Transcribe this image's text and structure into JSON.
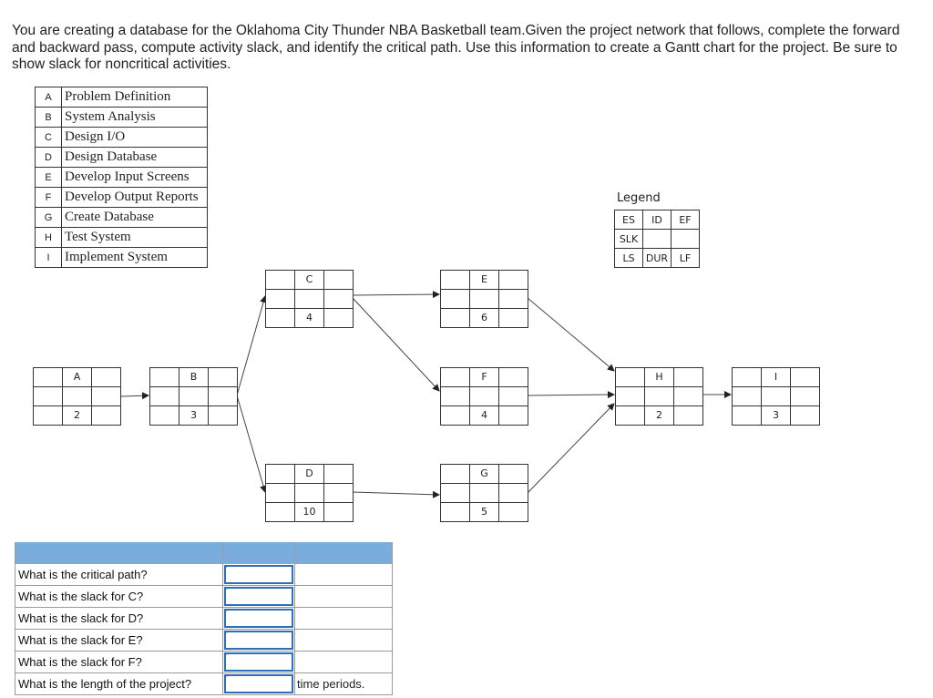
{
  "prompt": "You are creating a database for the Oklahoma City Thunder NBA Basketball team.Given the project network that follows, complete the forward and backward pass, compute activity slack, and identify the critical path. Use this information to create a Gantt chart for the project. Be sure to show slack for noncritical activities.",
  "activities": [
    {
      "letter": "A",
      "name": "Problem Definition"
    },
    {
      "letter": "B",
      "name": "System Analysis"
    },
    {
      "letter": "C",
      "name": "Design I/O"
    },
    {
      "letter": "D",
      "name": "Design Database"
    },
    {
      "letter": "E",
      "name": "Develop Input Screens"
    },
    {
      "letter": "F",
      "name": "Develop Output Reports"
    },
    {
      "letter": "G",
      "name": "Create Database"
    },
    {
      "letter": "H",
      "name": "Test System"
    },
    {
      "letter": "I",
      "name": "Implement System"
    }
  ],
  "legend": {
    "title": "Legend",
    "es": "ES",
    "id": "ID",
    "ef": "EF",
    "slk": "SLK",
    "ls": "LS",
    "dur": "DUR",
    "lf": "LF"
  },
  "nodes": {
    "A": {
      "label": "A",
      "duration": "2"
    },
    "B": {
      "label": "B",
      "duration": "3"
    },
    "C": {
      "label": "C",
      "duration": "4"
    },
    "D": {
      "label": "D",
      "duration": "10"
    },
    "E": {
      "label": "E",
      "duration": "6"
    },
    "F": {
      "label": "F",
      "duration": "4"
    },
    "G": {
      "label": "G",
      "duration": "5"
    },
    "H": {
      "label": "H",
      "duration": "2"
    },
    "I": {
      "label": "I",
      "duration": "3"
    }
  },
  "questions": [
    {
      "text": "What is the critical path?",
      "answer": "",
      "unit": ""
    },
    {
      "text": "What is the slack for C?",
      "answer": "",
      "unit": ""
    },
    {
      "text": "What is the slack for D?",
      "answer": "",
      "unit": ""
    },
    {
      "text": "What is the slack for E?",
      "answer": "",
      "unit": ""
    },
    {
      "text": "What is the slack for F?",
      "answer": "",
      "unit": ""
    },
    {
      "text": "What is the length of the project?",
      "answer": "",
      "unit": "time periods."
    }
  ]
}
